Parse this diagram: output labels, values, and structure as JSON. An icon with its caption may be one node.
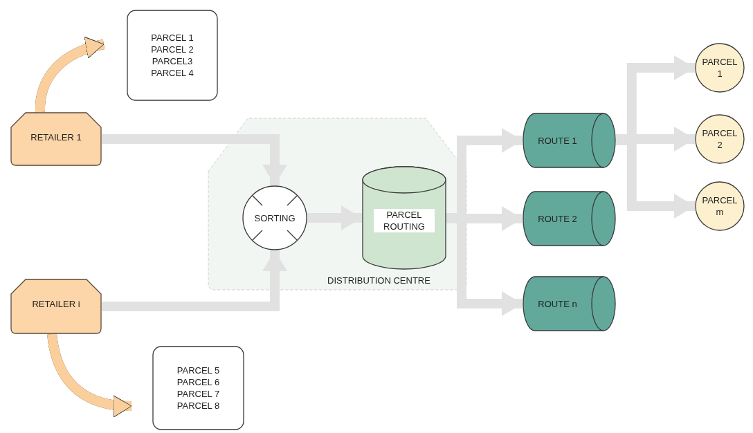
{
  "diagram": {
    "nodes": [
      {
        "text": [
          "PARCEL 1",
          "PARCEL 2",
          "PARCEL3",
          "PARCEL 4"
        ]
      },
      {
        "text": [
          "RETAILER 1"
        ]
      },
      {
        "text": [
          "DISTRIBUTION CENTRE"
        ]
      },
      {
        "text": [
          "SORTING"
        ],
        "in": 2
      },
      {
        "text": [
          "PARCEL ROUTING"
        ],
        "in": 2
      },
      {
        "text": [
          "RETAILER i"
        ]
      },
      {
        "text": [
          "PARCEL 5",
          "PARCEL 6",
          "PARCEL 7",
          "PARCEL 8"
        ]
      },
      {
        "text": [
          "ROUTE 1"
        ]
      },
      {
        "text": [
          "ROUTE 2"
        ]
      },
      {
        "text": [
          "ROUTE n"
        ]
      },
      {
        "text": [
          "PARCEL 1"
        ]
      },
      {
        "text": [
          "PARCEL 2"
        ]
      },
      {
        "text": [
          "PARCEL m"
        ]
      }
    ],
    "edges": [
      {
        "from": 1,
        "to": 0,
        "arrow": "to",
        "color": "#fbcf9c"
      },
      {
        "from": 1,
        "to": 3,
        "arrow": "to"
      },
      {
        "from": 5,
        "to": 3,
        "arrow": "to"
      },
      {
        "from": 5,
        "to": 6,
        "arrow": "to",
        "color": "#fbcf9c"
      },
      {
        "from": 3,
        "to": 4,
        "arrow": "to"
      },
      {
        "from": 4,
        "to": 7,
        "arrow": "to"
      },
      {
        "from": 4,
        "to": 8,
        "arrow": "to"
      },
      {
        "from": 4,
        "to": 9,
        "arrow": "to"
      },
      {
        "from": 7,
        "to": 10,
        "arrow": "to"
      },
      {
        "from": 7,
        "to": 11,
        "arrow": "to"
      },
      {
        "from": 7,
        "to": 12,
        "arrow": "to"
      }
    ]
  }
}
